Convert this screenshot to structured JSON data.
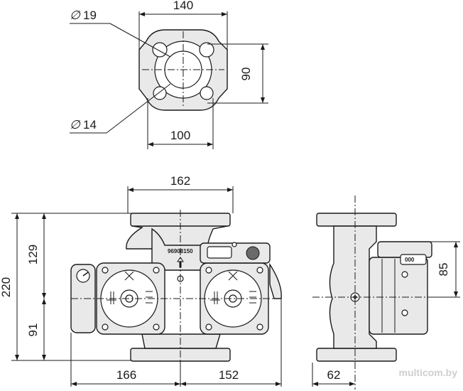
{
  "top_view": {
    "dim_width": "140",
    "dim_height": "90",
    "dim_bolt_spacing": "100",
    "dia_large": "19",
    "dia_small": "14",
    "dia_symbol": "∅"
  },
  "front_view": {
    "dim_port_spacing": "162",
    "dim_total_height": "220",
    "dim_upper_height": "129",
    "dim_lower_height": "91",
    "dim_left_width": "166",
    "dim_right_width": "152",
    "model_number": "96908150"
  },
  "side_view": {
    "dim_head_height": "85",
    "dim_depth": "62",
    "display_text": "000"
  },
  "watermark": "multicom.by"
}
